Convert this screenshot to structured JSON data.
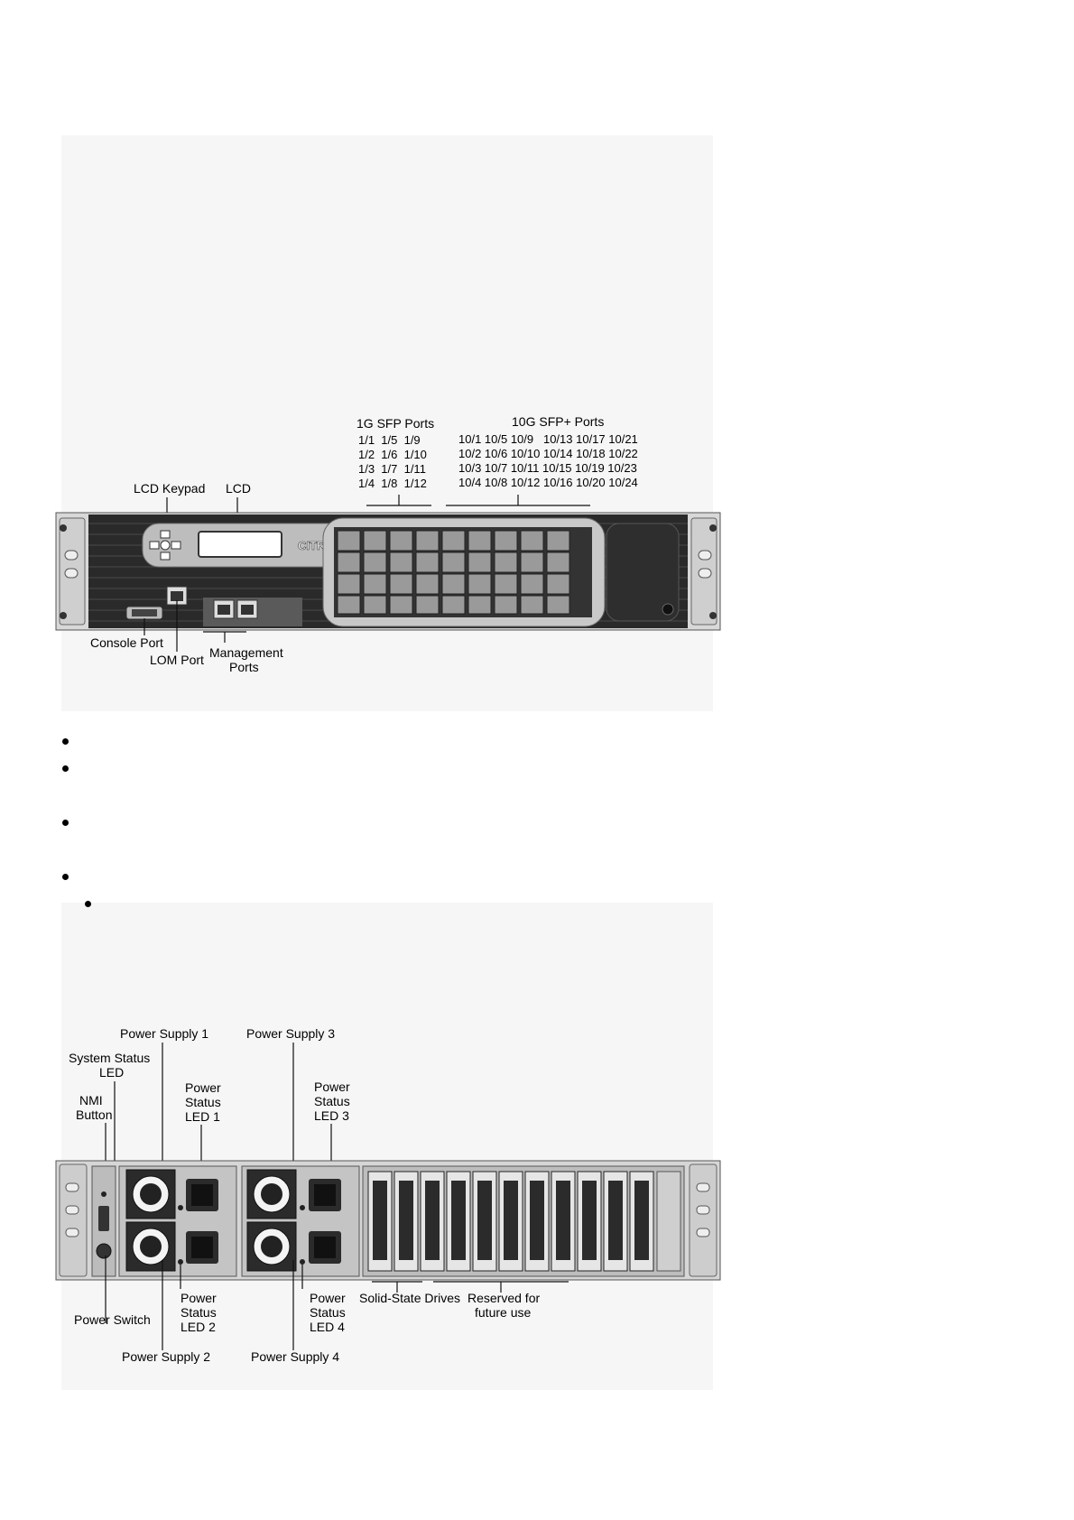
{
  "front_panel": {
    "labels": {
      "sfp_1g_title": "1G SFP Ports",
      "sfp_10g_title": "10G SFP+ Ports",
      "lcd_keypad": "LCD Keypad",
      "lcd": "LCD",
      "brand": "CITRIX",
      "console_port": "Console Port",
      "lom_port": "LOM Port",
      "management_ports_line1": "Management",
      "management_ports_line2": "Ports"
    },
    "sfp_1g_rows": [
      "1/1  1/5  1/9",
      "1/2  1/6  1/10",
      "1/3  1/7  1/11",
      "1/4  1/8  1/12"
    ],
    "sfp_10g_rows": [
      "10/1 10/5 10/9   10/13 10/17 10/21",
      "10/2 10/6 10/10 10/14 10/18 10/22",
      "10/3 10/7 10/11 10/15 10/19 10/23",
      "10/4 10/8 10/12 10/16 10/20 10/24"
    ]
  },
  "back_panel": {
    "labels": {
      "power_supply_1": "Power Supply 1",
      "power_supply_2": "Power Supply 2",
      "power_supply_3": "Power Supply 3",
      "power_supply_4": "Power Supply 4",
      "system_status_led_line1": "System Status",
      "system_status_led_line2": "LED",
      "nmi_button_line1": "NMI",
      "nmi_button_line2": "Button",
      "power_status_led1": [
        "Power",
        "Status",
        "LED 1"
      ],
      "power_status_led2": [
        "Power",
        "Status",
        "LED 2"
      ],
      "power_status_led3": [
        "Power",
        "Status",
        "LED 3"
      ],
      "power_status_led4": [
        "Power",
        "Status",
        "LED 4"
      ],
      "power_switch": "Power Switch",
      "solid_state_drives": "Solid-State Drives",
      "reserved_line1": "Reserved for",
      "reserved_line2": "future use"
    }
  }
}
